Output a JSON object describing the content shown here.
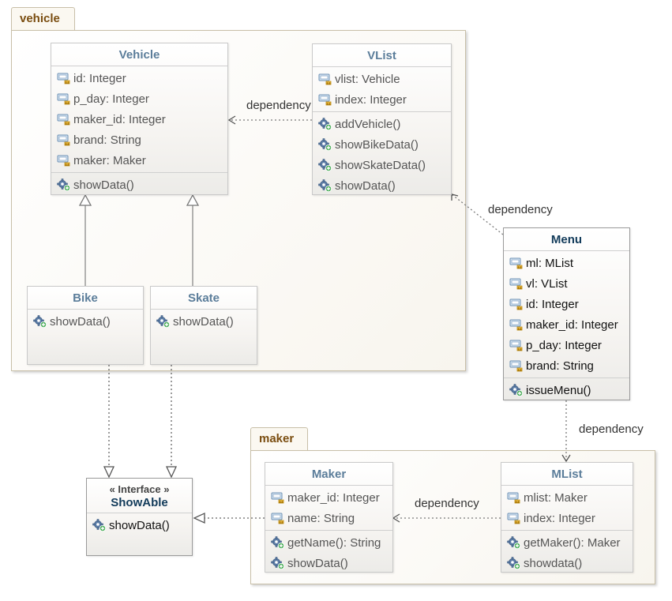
{
  "packages": {
    "vehicle": "vehicle",
    "maker": "maker"
  },
  "classes": {
    "vehicle": {
      "name": "Vehicle",
      "attributes": [
        "id: Integer",
        "p_day: Integer",
        "maker_id: Integer",
        "brand: String",
        "maker: Maker"
      ],
      "operations": [
        "showData()"
      ]
    },
    "vlist": {
      "name": "VList",
      "attributes": [
        "vlist: Vehicle",
        "index: Integer"
      ],
      "operations": [
        "addVehicle()",
        "showBikeData()",
        "showSkateData()",
        "showData()"
      ]
    },
    "bike": {
      "name": "Bike",
      "operations": [
        "showData()"
      ]
    },
    "skate": {
      "name": "Skate",
      "operations": [
        "showData()"
      ]
    },
    "menu": {
      "name": "Menu",
      "attributes": [
        "ml: MList",
        "vl: VList",
        "id: Integer",
        "maker_id: Integer",
        "p_day: Integer",
        "brand: String"
      ],
      "operations": [
        "issueMenu()"
      ]
    },
    "showable": {
      "stereotype": "« Interface »",
      "name": "ShowAble",
      "operations": [
        "showData()"
      ]
    },
    "maker": {
      "name": "Maker",
      "attributes": [
        "maker_id: Integer",
        "name: String"
      ],
      "operations": [
        "getName(): String",
        "showData()"
      ]
    },
    "mlist": {
      "name": "MList",
      "attributes": [
        "mlist: Maker",
        "index: Integer"
      ],
      "operations": [
        "getMaker(): Maker",
        "showdata()"
      ]
    }
  },
  "relations": {
    "vlist_vehicle": "dependency",
    "menu_vlist": "dependency",
    "menu_mlist": "dependency",
    "mlist_maker": "dependency"
  },
  "icons": {
    "attribute": "field-icon",
    "operation": "method-gear-icon"
  },
  "colors": {
    "package_tab_text": "#7a4d10",
    "class_title": "#5b7d9a",
    "class_title_dark": "#123b5a",
    "package_border": "#c8bfa8"
  }
}
